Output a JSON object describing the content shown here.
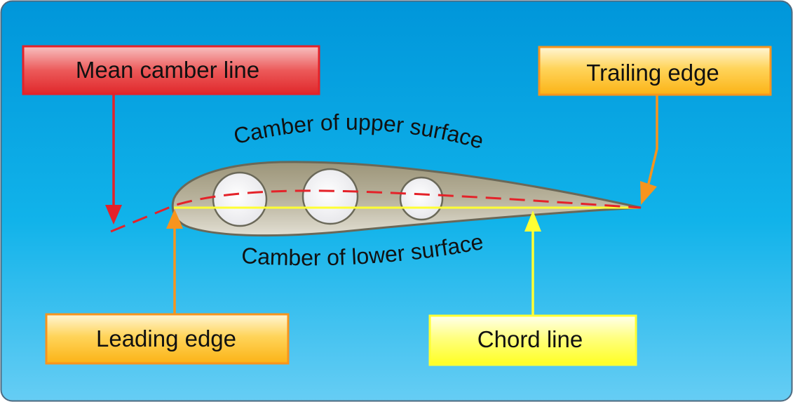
{
  "labels": {
    "mean_camber_line": "Mean camber line",
    "trailing_edge": "Trailing edge",
    "leading_edge": "Leading edge",
    "chord_line": "Chord line"
  },
  "annotations": {
    "upper_surface": "Camber of upper surface",
    "lower_surface": "Camber of lower surface"
  },
  "colors": {
    "background_top": "#0099dd",
    "background_bottom": "#5ecbf2",
    "mean_camber": "#e42229",
    "chord": "#ffff33",
    "leading_trailing": "#f7941d",
    "airfoil": "#a9a28a"
  }
}
